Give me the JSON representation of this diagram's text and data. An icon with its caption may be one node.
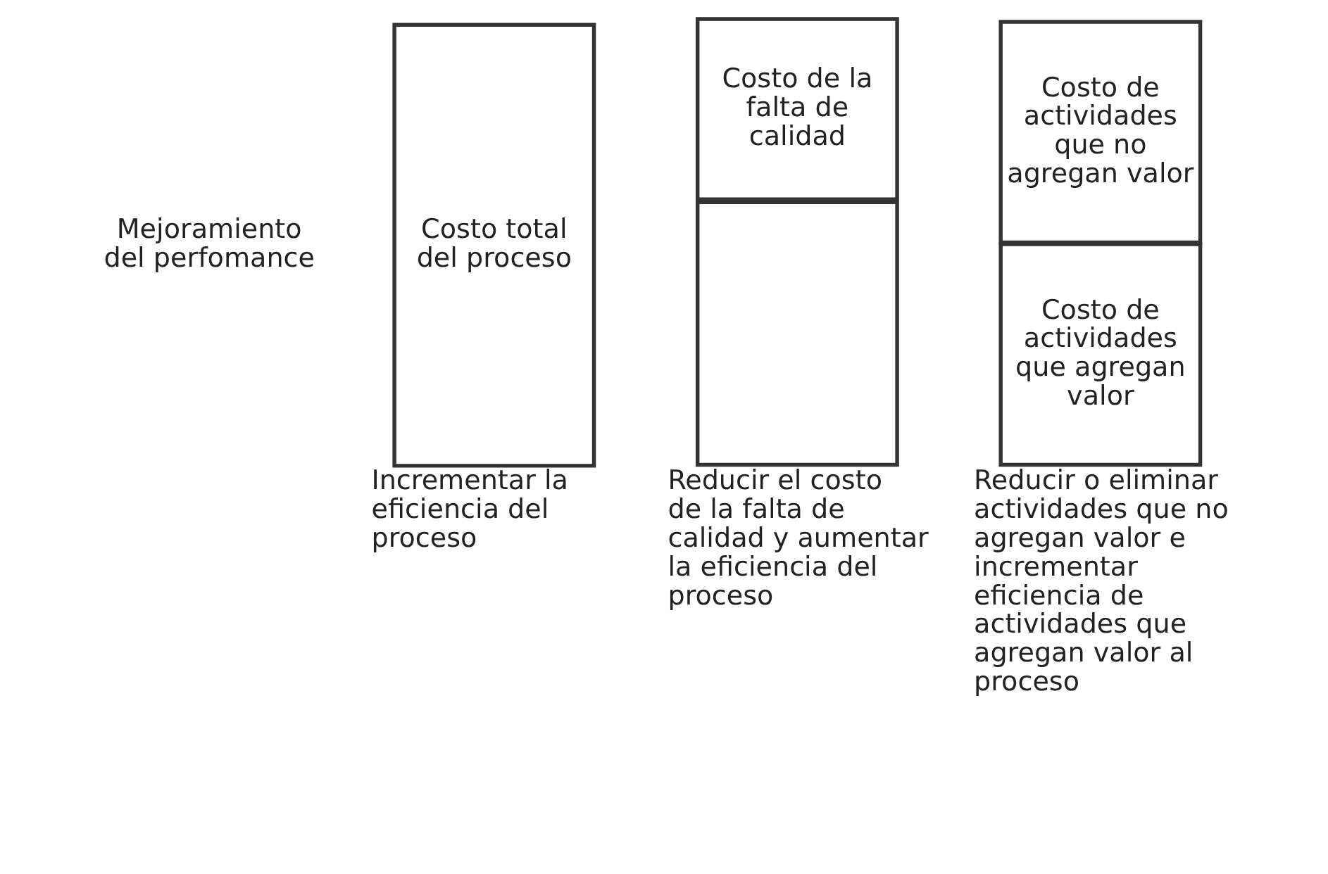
{
  "diagram": {
    "nodes": [
      {
        "text": [
          "Costo total del proceso"
        ],
        "beside": [
          "Incrementar la eficiencia del proceso"
        ]
      },
      {
        "text": [
          "Costo de la falta de calidad"
        ]
      },
      {
        "text": [],
        "shape": "box",
        "beside": [
          "Reducir el costo de la falta de calidad y aumentar la eficiencia del proceso"
        ]
      },
      {
        "text": [
          "Costo de actividades que no agregan valor"
        ]
      },
      {
        "text": [
          "Costo de actividades que agregan valor"
        ],
        "beside": [
          "Reducir o eliminar actividades que no agregan valor e incrementar eficiencia de actividades que agregan valor al proceso"
        ]
      }
    ],
    "labels": [
      "Mejoramiento del perfomance"
    ]
  }
}
